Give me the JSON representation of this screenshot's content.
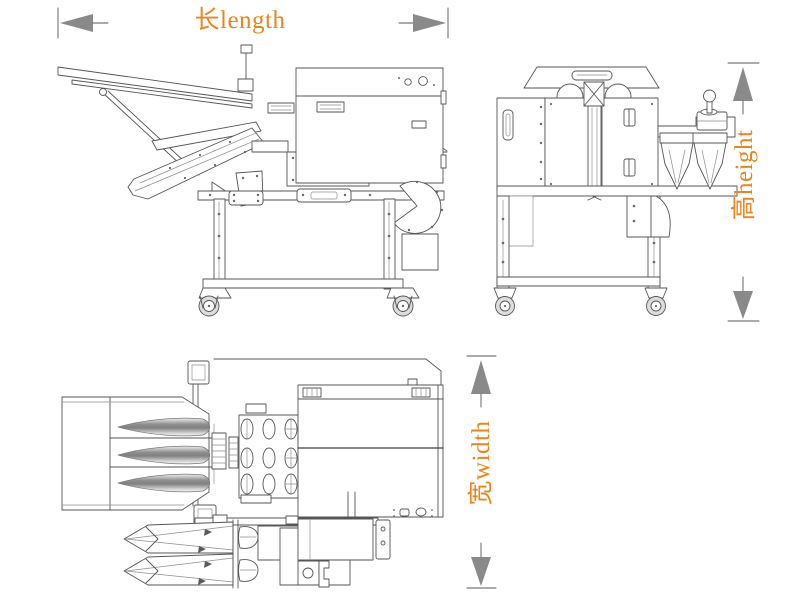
{
  "dimension_labels": {
    "length": "长length",
    "height": "高height",
    "width": "宽width"
  },
  "colors": {
    "label_orange": "#E8861B",
    "arrow_gray": "#8A8A8A",
    "line_gray": "#565656",
    "background": "#FFFFFF"
  },
  "icons": {
    "length_arrows": "horizontal-dimension-arrowheads",
    "height_arrows": "vertical-dimension-arrowheads",
    "width_arrows": "vertical-dimension-arrowheads"
  },
  "views": {
    "side": "side-view",
    "front": "front-view",
    "top": "top-view"
  }
}
